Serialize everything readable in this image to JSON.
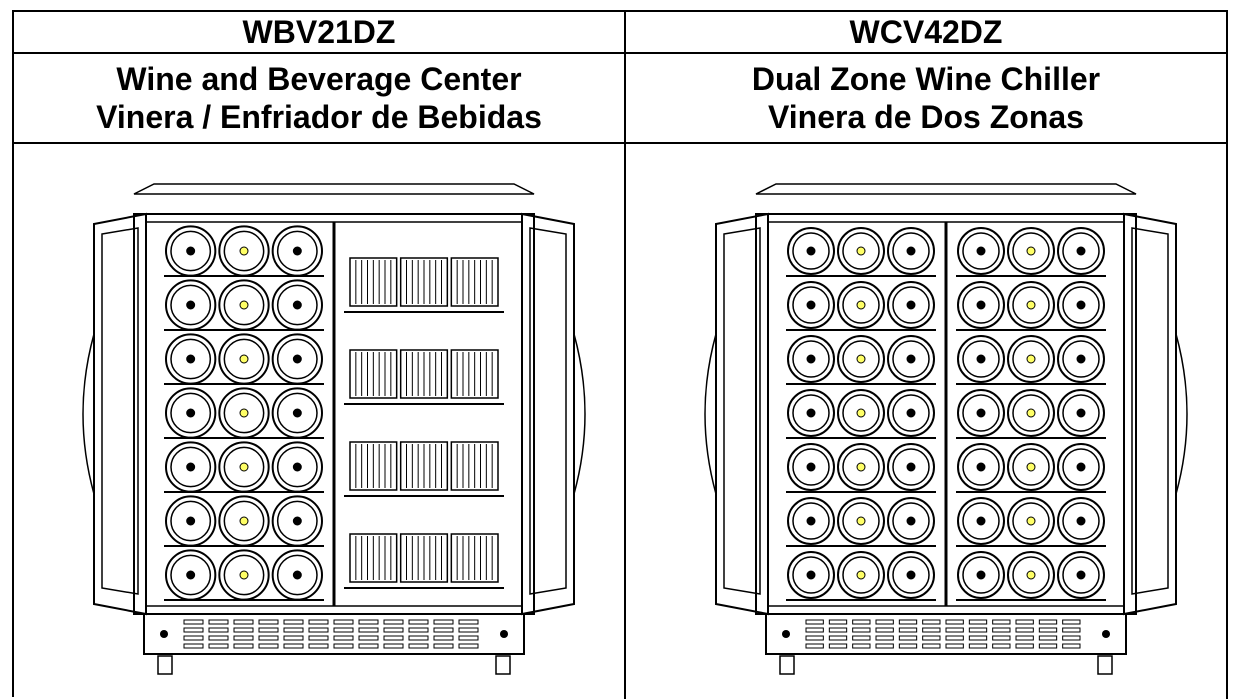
{
  "left": {
    "model": "WBV21DZ",
    "title_en": "Wine and Beverage Center",
    "title_es": "Vinera / Enfriador de Bebidas",
    "illustration": "wine-and-beverage-center-icon"
  },
  "right": {
    "model": "WCV42DZ",
    "title_en": "Dual Zone Wine Chiller",
    "title_es": "Vinera de Dos Zonas",
    "illustration": "dual-zone-wine-chiller-icon"
  }
}
